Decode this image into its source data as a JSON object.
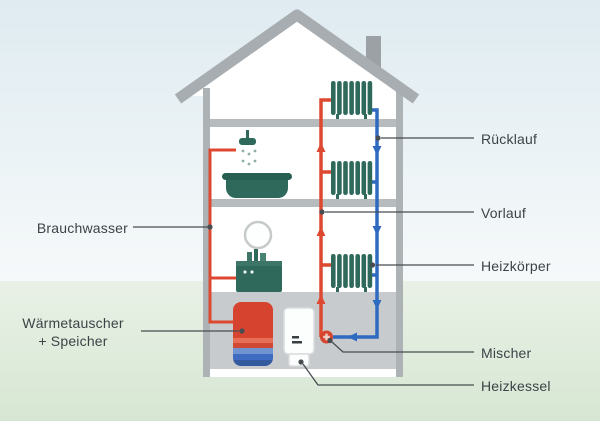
{
  "labels": {
    "brauchwasser": "Brauchwasser",
    "waermetauscher_line1": "Wärmetauscher",
    "waermetauscher_line2": "+ Speicher",
    "ruecklauf": "Rücklauf",
    "vorlauf": "Vorlauf",
    "heizkoerper": "Heizkörper",
    "mischer": "Mischer",
    "heizkessel": "Heizkessel"
  },
  "colors": {
    "supply_pipe_red": "#dd4831",
    "return_pipe_blue": "#2e6ac0",
    "fixture_green": "#2e695c",
    "wall_gray": "#adb2b5",
    "basement_gray": "#c8cbcd",
    "label_text": "#3c4347",
    "sky": "#dfebf1",
    "ground": "#d7e6d3"
  }
}
